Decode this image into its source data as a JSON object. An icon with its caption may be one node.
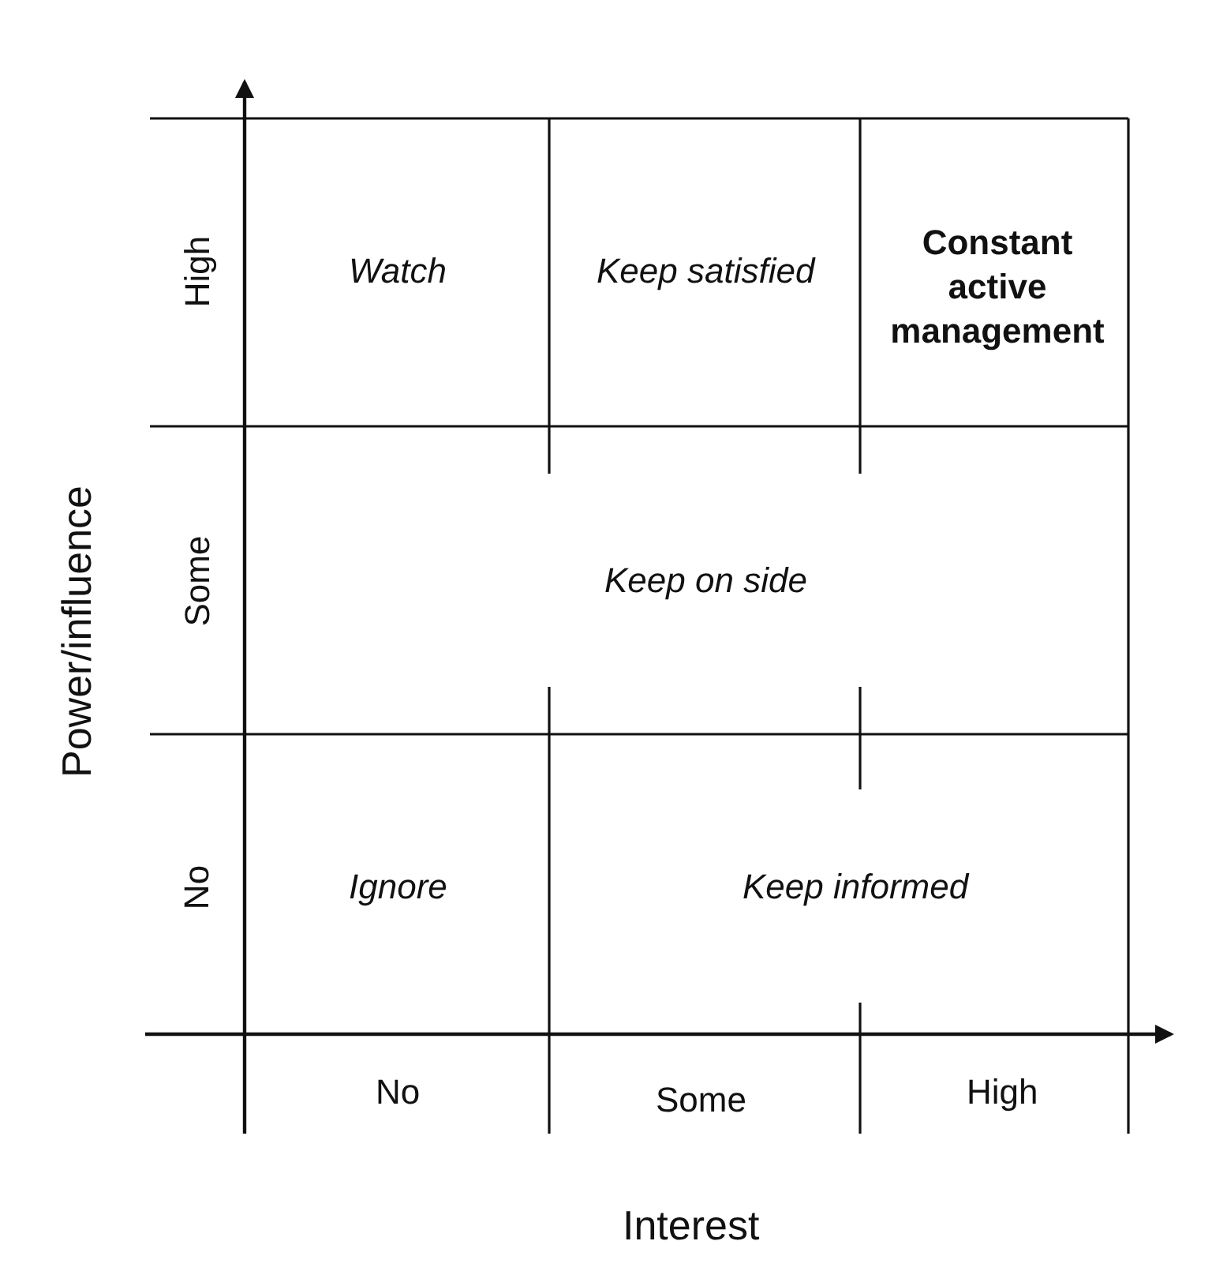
{
  "diagram": {
    "labels": [
      "High",
      "Watch",
      "Keep satisfied",
      "Constant active management",
      "Some",
      "Keep on side",
      "No",
      "Ignore",
      "Keep informed",
      "No",
      "Some",
      "High",
      "Power/influence",
      "Interest"
    ]
  }
}
